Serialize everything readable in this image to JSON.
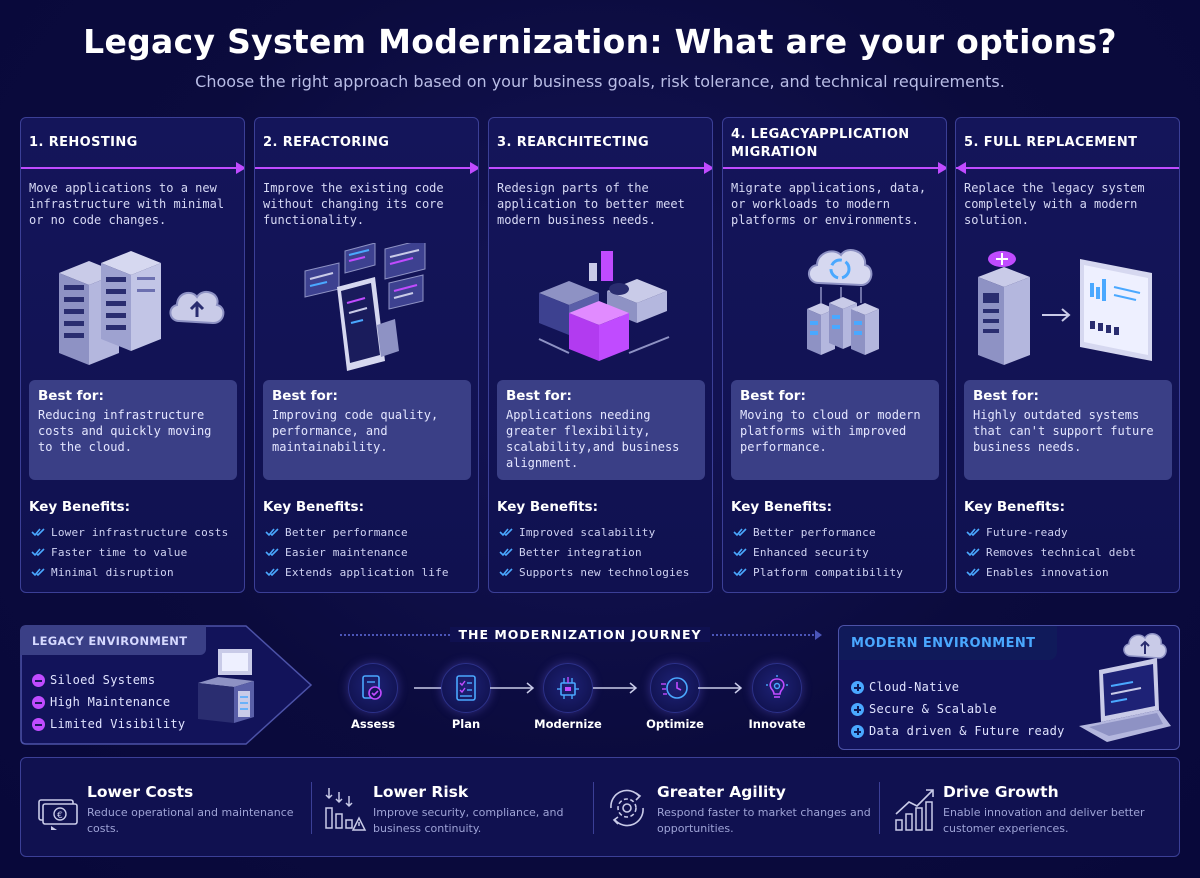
{
  "title": "Legacy System Modernization: What are your options?",
  "subtitle": "Choose the right approach based on your business goals, risk tolerance, and technical requirements.",
  "best_for_heading": "Best for:",
  "key_benefits_heading": "Key Benefits:",
  "colors": {
    "accent_purple": "#c04bff",
    "accent_blue": "#4aa8ff",
    "background": "#0b0b3d",
    "panel": "#3a3f86"
  },
  "cards": [
    {
      "title": "1. REHOSTING",
      "description": "Move applications to a new infrastructure with minimal or no code changes.",
      "illustration": "server-racks-cloud-upload",
      "best_for": "Reducing infrastructure costs and quickly moving to the cloud.",
      "benefits": [
        "Lower infrastructure costs",
        "Faster time to value",
        "Minimal disruption"
      ]
    },
    {
      "title": "2. REFACTORING",
      "description": "Improve the existing code without changing its core functionality.",
      "illustration": "code-windows-tablet",
      "best_for": "Improving code quality, performance, and maintainability.",
      "benefits": [
        "Better performance",
        "Easier maintenance",
        "Extends application life"
      ]
    },
    {
      "title": "3. REARCHITECTING",
      "description": "Redesign parts of the application to better meet modern business needs.",
      "illustration": "modular-cubes",
      "best_for": "Applications needing greater flexibility, scalability,and business alignment.",
      "benefits": [
        "Improved scalability",
        "Better integration",
        "Supports new technologies"
      ]
    },
    {
      "title": "4. LEGACYAPPLICATION MIGRATION",
      "description": "Migrate applications, data, or workloads to modern platforms or environments.",
      "illustration": "cloud-sync-servers",
      "best_for": "Moving to cloud or modern platforms with improved performance.",
      "benefits": [
        "Better performance",
        "Enhanced security",
        "Platform compatibility"
      ]
    },
    {
      "title": "5. FULL REPLACEMENT",
      "description": "Replace the legacy system completely with a modern solution.",
      "illustration": "server-to-dashboard",
      "best_for": "Highly outdated systems that can't support future business needs.",
      "benefits": [
        "Future-ready",
        "Removes technical debt",
        "Enables innovation"
      ]
    }
  ],
  "legacy_environment": {
    "label": "LEGACY ENVIRONMENT",
    "items": [
      "Siloed Systems",
      "High Maintenance",
      "Limited Visibility"
    ]
  },
  "journey": {
    "title": "THE MODERNIZATION JOURNEY",
    "steps": [
      {
        "label": "Assess",
        "icon": "assess-icon"
      },
      {
        "label": "Plan",
        "icon": "checklist-icon"
      },
      {
        "label": "Modernize",
        "icon": "chip-icon"
      },
      {
        "label": "Optimize",
        "icon": "speed-clock-icon"
      },
      {
        "label": "Innovate",
        "icon": "lightbulb-icon"
      }
    ]
  },
  "modern_environment": {
    "label": "MODERN ENVIRONMENT",
    "items": [
      "Cloud-Native",
      "Secure & Scalable",
      "Data driven & Future ready"
    ]
  },
  "outcomes": [
    {
      "title": "Lower Costs",
      "description": "Reduce operational and maintenance costs.",
      "icon": "money-icon"
    },
    {
      "title": "Lower Risk",
      "description": "Improve security, compliance, and business continuity.",
      "icon": "risk-chart-icon"
    },
    {
      "title": "Greater Agility",
      "description": "Respond faster to market changes and opportunities.",
      "icon": "gear-cycle-icon"
    },
    {
      "title": "Drive Growth",
      "description": "Enable innovation and deliver better customer experiences.",
      "icon": "growth-chart-icon"
    }
  ]
}
